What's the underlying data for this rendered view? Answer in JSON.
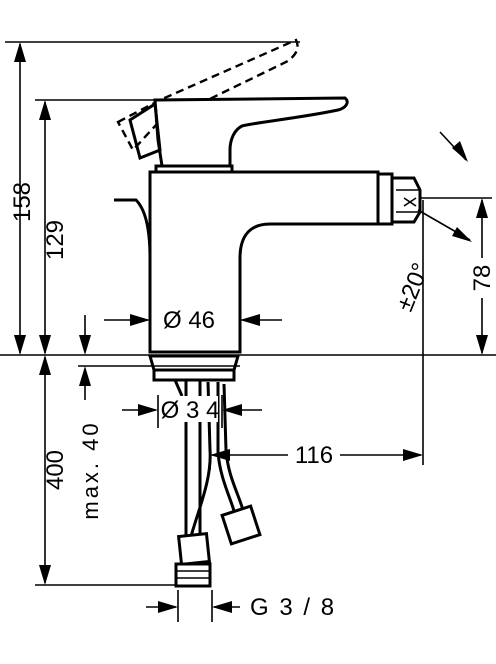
{
  "dimensions": {
    "total_height": "158",
    "spout_height": "129",
    "below_counter": "400",
    "max_counter_thickness": "max. 40",
    "base_diameter": "Ø 46",
    "hole_diameter": "Ø 3 4",
    "spout_reach": "116",
    "outlet_height": "78",
    "swivel_angle": "±20°",
    "connection_thread": "G 3 / 8"
  }
}
